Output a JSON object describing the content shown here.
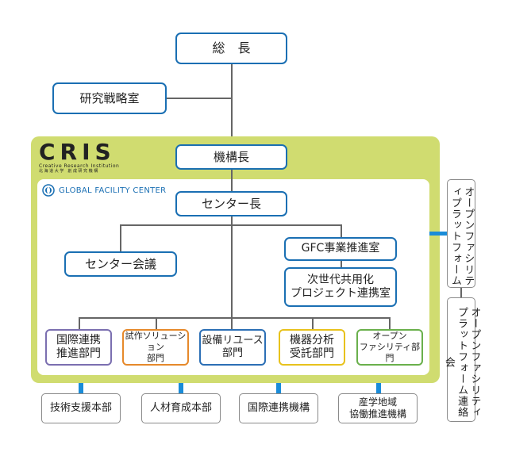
{
  "top": {
    "president": "総　長",
    "strategy_office": "研究戦略室"
  },
  "cris": {
    "logo_text": "CRIS",
    "logo_sub_en": "Creative Research Institution",
    "logo_sub_jp": "北 海 道 大 学　創 成 研 究 機 構",
    "director": "機構長"
  },
  "gfc": {
    "logo_text": "GLOBAL FACILITY CENTER",
    "center_head": "センター長",
    "meeting": "センター会議",
    "promotion_office": "GFC事業推進室",
    "next_gen": "次世代共用化\nプロジェクト連携室"
  },
  "departments": [
    {
      "label": "国際連携\n推進部門",
      "color": "#7b6fb0"
    },
    {
      "label": "試作ソリューション\n部門",
      "color": "#e6892b"
    },
    {
      "label": "設備リユース\n部門",
      "color": "#2c6fb5"
    },
    {
      "label": "機器分析\n受託部門",
      "color": "#e8c21c"
    },
    {
      "label": "オープン\nファシリティ部門",
      "color": "#6ab04c"
    }
  ],
  "external": [
    {
      "label": "技術支援本部"
    },
    {
      "label": "人材育成本部"
    },
    {
      "label": "国際連携機構"
    },
    {
      "label": "産学地域\n協働推進機構"
    }
  ],
  "side": {
    "platform": "オープンファシリティプラットフォーム",
    "platform_council": "オープンファシリティプラットフォーム連絡会"
  },
  "colors": {
    "accent": "#1a6fb3",
    "green_panel": "#d0dc70",
    "connector_blue": "#1a8cd8"
  }
}
